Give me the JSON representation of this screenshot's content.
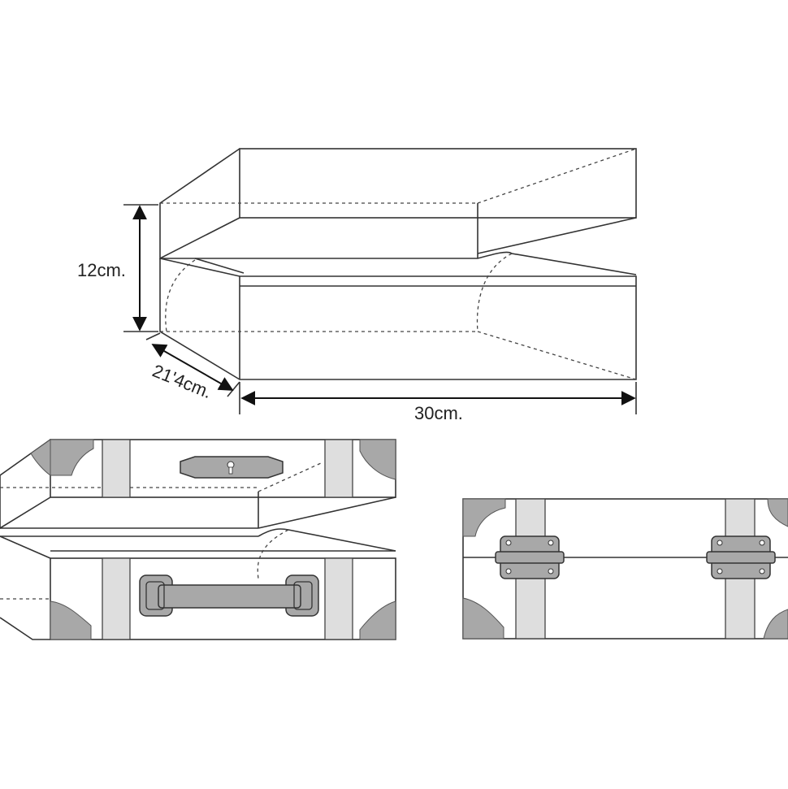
{
  "dimensions": {
    "height": "12cm.",
    "depth": "21'4cm.",
    "width": "30cm."
  }
}
